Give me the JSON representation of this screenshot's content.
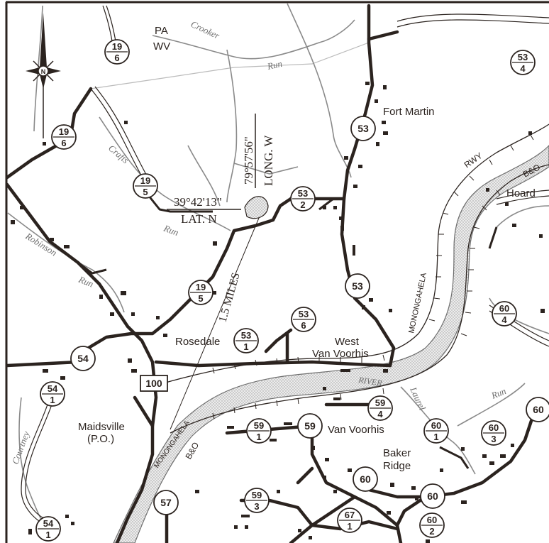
{
  "colors": {
    "road": "#2b231f",
    "stream": "#8a8a8a",
    "river_fill": "#d9d9d9",
    "ink": "#2b231f"
  },
  "state_labels": {
    "north": "PA",
    "south": "WV"
  },
  "compass": {
    "label": "N"
  },
  "coords": {
    "latitude": "39°42'13\"",
    "lat_suffix": "LAT. N",
    "longitude": "79°57'56\"",
    "long_suffix": "LONG. W"
  },
  "scale_label": "1.5 MILES",
  "places": [
    {
      "id": "fort-martin",
      "text": "Fort Martin"
    },
    {
      "id": "hoard",
      "text": "Hoard"
    },
    {
      "id": "rosedale",
      "text": "Rosedale"
    },
    {
      "id": "west",
      "text": "West"
    },
    {
      "id": "van-voorhis",
      "text": "Van Voorhis"
    },
    {
      "id": "van-voorhis-2",
      "text": "Van Voorhis"
    },
    {
      "id": "maidsville",
      "text": "Maidsville"
    },
    {
      "id": "po",
      "text": "(P.O.)"
    },
    {
      "id": "baker",
      "text": "Baker"
    },
    {
      "id": "ridge",
      "text": "Ridge"
    }
  ],
  "streams": [
    {
      "id": "crooker",
      "text": "Crooker"
    },
    {
      "id": "run1",
      "text": "Run"
    },
    {
      "id": "crafts",
      "text": "Crafts"
    },
    {
      "id": "run2",
      "text": "Run"
    },
    {
      "id": "robinson",
      "text": "Robinson"
    },
    {
      "id": "run3",
      "text": "Run"
    },
    {
      "id": "courtney",
      "text": "Courtney"
    },
    {
      "id": "laurel",
      "text": "Laurel"
    },
    {
      "id": "run4",
      "text": "Run"
    }
  ],
  "water": {
    "river": "RIVER",
    "monongahela": "MONONGAHELA",
    "monongahela2": "MONONGAHELA"
  },
  "rail": {
    "rwy": "RWY",
    "bo1": "B&O",
    "bo2": "B&O"
  },
  "shields": [
    {
      "id": "s19-6-top",
      "top": "19",
      "bottom": "6"
    },
    {
      "id": "s19-6-left",
      "top": "19",
      "bottom": "6"
    },
    {
      "id": "s19-5-top",
      "top": "19",
      "bottom": "5"
    },
    {
      "id": "s19-5-mid",
      "top": "19",
      "bottom": "5"
    },
    {
      "id": "s53-2",
      "top": "53",
      "bottom": "2"
    },
    {
      "id": "s53-4",
      "top": "53",
      "bottom": "4"
    },
    {
      "id": "s53-6",
      "top": "53",
      "bottom": "6"
    },
    {
      "id": "s53-1",
      "top": "53",
      "bottom": "1"
    },
    {
      "id": "s60-4",
      "top": "60",
      "bottom": "4"
    },
    {
      "id": "s54-1-top",
      "top": "54",
      "bottom": "1"
    },
    {
      "id": "s54-1-bot",
      "top": "54",
      "bottom": "1"
    },
    {
      "id": "s59-1",
      "top": "59",
      "bottom": "1"
    },
    {
      "id": "s59-4",
      "top": "59",
      "bottom": "4"
    },
    {
      "id": "s60-1",
      "top": "60",
      "bottom": "1"
    },
    {
      "id": "s60-3",
      "top": "60",
      "bottom": "3"
    },
    {
      "id": "s59-3",
      "top": "59",
      "bottom": "3"
    },
    {
      "id": "s67-1",
      "top": "67",
      "bottom": "1"
    },
    {
      "id": "s60-2",
      "top": "60",
      "bottom": "2"
    }
  ],
  "circles": [
    {
      "id": "c53-a",
      "text": "53"
    },
    {
      "id": "c53-b",
      "text": "53"
    },
    {
      "id": "c54",
      "text": "54"
    },
    {
      "id": "c59",
      "text": "59"
    },
    {
      "id": "c60-a",
      "text": "60"
    },
    {
      "id": "c60-b",
      "text": "60"
    },
    {
      "id": "c60-c",
      "text": "60"
    },
    {
      "id": "c57",
      "text": "57"
    }
  ],
  "us_route": {
    "text": "100"
  }
}
